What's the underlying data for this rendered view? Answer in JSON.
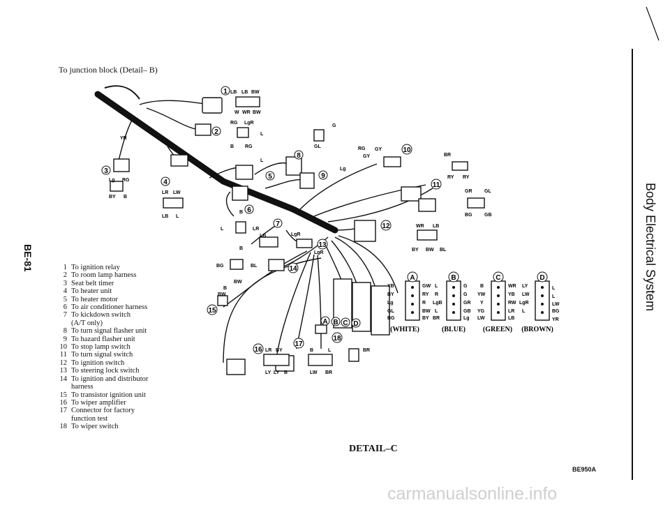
{
  "header": {
    "subtitle": "To junction block (Detail– B)"
  },
  "side_title": "Body Electrical System",
  "page_number": "BE-81",
  "caption": "DETAIL–C",
  "figure_code": "BE950A",
  "watermark": "carmanualsonline.info",
  "legend": [
    {
      "num": "1",
      "text": "To ignition relay"
    },
    {
      "num": "2",
      "text": "To room lamp harness"
    },
    {
      "num": "3",
      "text": "Seat belt timer"
    },
    {
      "num": "4",
      "text": "To heater unit"
    },
    {
      "num": "5",
      "text": "To heater motor"
    },
    {
      "num": "6",
      "text": "To air conditioner harness"
    },
    {
      "num": "7",
      "text": "To kickdown switch"
    },
    {
      "num": "",
      "text": "(A/T only)"
    },
    {
      "num": "8",
      "text": "To turn signal flasher unit"
    },
    {
      "num": "9",
      "text": "To hazard flasher unit"
    },
    {
      "num": "10",
      "text": "To stop lamp switch"
    },
    {
      "num": "11",
      "text": "To turn signal switch"
    },
    {
      "num": "12",
      "text": "To ignition switch"
    },
    {
      "num": "13",
      "text": "To steering lock switch"
    },
    {
      "num": "14",
      "text": "To ignition and distributor"
    },
    {
      "num": "",
      "text": "harness"
    },
    {
      "num": "15",
      "text": "To transistor ignition unit"
    },
    {
      "num": "16",
      "text": "To wiper amplifier"
    },
    {
      "num": "17",
      "text": "Connector for factory"
    },
    {
      "num": "",
      "text": "function test"
    },
    {
      "num": "18",
      "text": "To wiper switch"
    }
  ],
  "callouts": [
    "1",
    "2",
    "3",
    "4",
    "5",
    "6",
    "7",
    "8",
    "9",
    "10",
    "11",
    "12",
    "13",
    "14",
    "15",
    "16",
    "17",
    "18"
  ],
  "connector_colors": [
    "(WHITE)",
    "(BLUE)",
    "(GREEN)",
    "(BROWN)"
  ],
  "connector_letters": [
    "A",
    "B",
    "C",
    "D"
  ],
  "wire_codes": {
    "c1_top": [
      "LB",
      "LB",
      "BW"
    ],
    "c1_bottom": [
      "W",
      "WR",
      "BW"
    ],
    "c2_top": [
      "RG",
      "LgR"
    ],
    "c2_side": [
      "L",
      "B",
      "RG",
      "L"
    ],
    "c3": [
      "YR",
      "Lg",
      "RG",
      "BY",
      "B"
    ],
    "c4": [
      "LR",
      "LW",
      "LB",
      "L"
    ],
    "c6": [
      "B",
      "L",
      "LR"
    ],
    "c7": [
      "LB",
      "B",
      "LgR",
      "LgR"
    ],
    "c8": [
      "G",
      "GL"
    ],
    "c10": [
      "RG",
      "GY",
      "GY",
      "Lg"
    ],
    "c10_right": [
      "BR",
      "RY",
      "RY"
    ],
    "c11": [
      "GR",
      "GL",
      "BG",
      "GB"
    ],
    "c12": [
      "WR",
      "LB",
      "BY",
      "BW",
      "BL"
    ],
    "c14": [
      "BG",
      "BL",
      "BW",
      "B",
      "BW"
    ],
    "cA": [
      "YB",
      "GW",
      "BY",
      "RY",
      "Lg",
      "R",
      "GL",
      "BW",
      "BG",
      "BY"
    ],
    "cB": [
      "L",
      "G",
      "R",
      "G",
      "LgB",
      "GR",
      "L",
      "GB",
      "BR",
      "Lg"
    ],
    "cC": [
      "B",
      "WR",
      "YW",
      "YB",
      "Y",
      "RW",
      "YG",
      "LR",
      "LW",
      "LB"
    ],
    "cD": [
      "LY",
      "L",
      "LW",
      "L",
      "LgR",
      "LW",
      "L",
      "BG",
      "YR"
    ],
    "c16": [
      "LR",
      "BY",
      "LY",
      "LY",
      "B"
    ],
    "c17": [
      "B",
      "L",
      "LW",
      "BR"
    ],
    "c18": [
      "BR"
    ]
  }
}
